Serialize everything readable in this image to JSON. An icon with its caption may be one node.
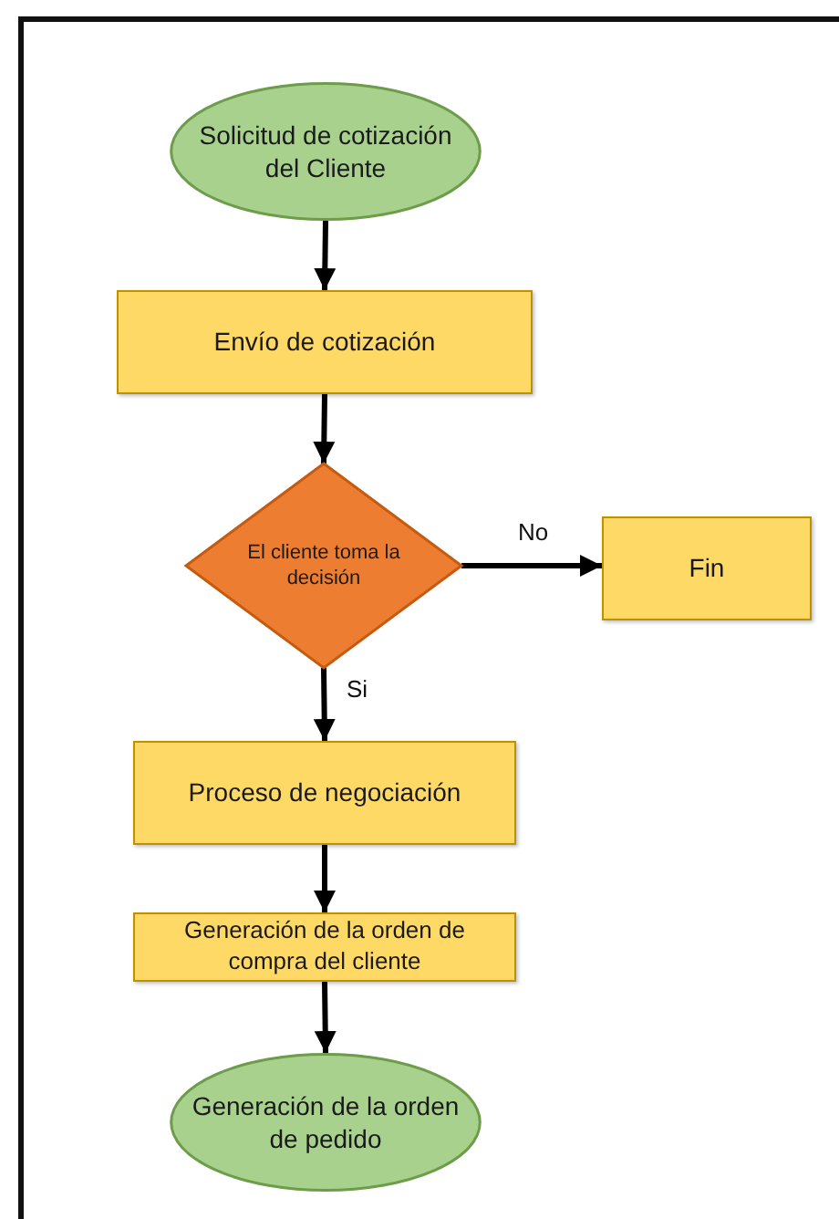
{
  "diagram": {
    "nodes": [
      {
        "text": [
          "Solicitud de cotización del Cliente"
        ]
      },
      {
        "text": [
          "Envío de cotización"
        ]
      },
      {
        "text": [
          "El cliente toma la decisión"
        ]
      },
      {
        "text": [
          "Fin"
        ]
      },
      {
        "text": [
          "Proceso de negociación"
        ]
      },
      {
        "text": [
          "Generación de la orden de compra del cliente"
        ]
      },
      {
        "text": [
          "Generación de la orden de pedido"
        ]
      }
    ],
    "edges": [
      {
        "from": 0,
        "to": 1,
        "arrow": "to"
      },
      {
        "from": 1,
        "to": 2,
        "arrow": "to"
      },
      {
        "from": 2,
        "to": 3,
        "arrow": "to",
        "label": "No"
      },
      {
        "from": 2,
        "to": 4,
        "arrow": "to",
        "label": "Si"
      },
      {
        "from": 4,
        "to": 5,
        "arrow": "to"
      },
      {
        "from": 5,
        "to": 6,
        "arrow": "to"
      }
    ]
  }
}
